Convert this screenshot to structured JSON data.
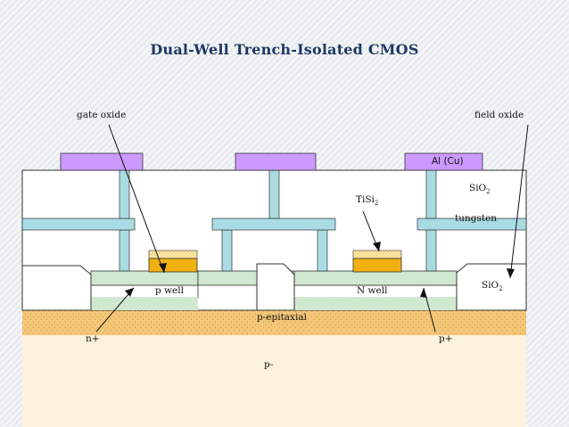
{
  "title": "Dual-Well Trench-Isolated CMOS",
  "labels": {
    "gate_oxide": "gate oxide",
    "field_oxide": "field oxide",
    "al_cu": "Al (Cu)",
    "sio2_top": "SiO",
    "sio2_top_sub": "2",
    "tisi2": "TiSi",
    "tisi2_sub": "2",
    "tungsten": "tungsten",
    "sio2_right": "SiO",
    "sio2_right_sub": "2",
    "p_well": "p well",
    "n_well": "N well",
    "p_epitaxial": "p-epitaxial",
    "n_plus": "n+",
    "p_plus": "p+",
    "p_minus": "p-"
  },
  "colors": {
    "title": "#1f3864",
    "metal": "#cc99ff",
    "tungsten": "#a9dbe3",
    "gate": "#f2b10e",
    "active_diffusion": "#cfe8cf",
    "epitaxial": "#f4c779",
    "substrate": "#fdf2dd",
    "field_oxide": "#ffffff"
  }
}
